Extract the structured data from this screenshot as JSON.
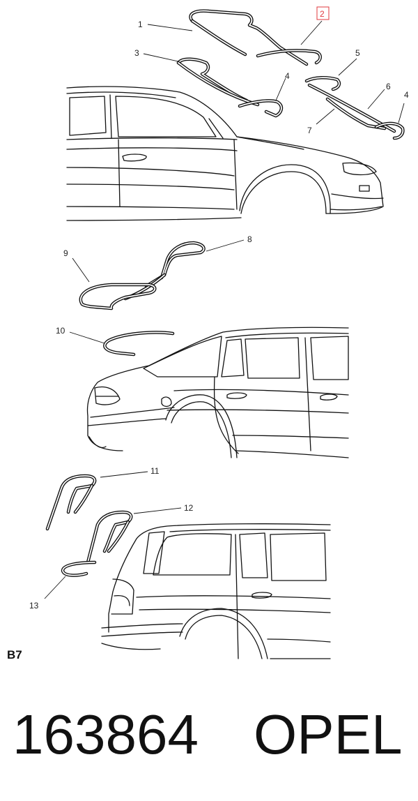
{
  "callouts": [
    {
      "id": "callout-1",
      "text": "1"
    },
    {
      "id": "callout-2",
      "text": "2",
      "highlighted": true
    },
    {
      "id": "callout-3",
      "text": "3"
    },
    {
      "id": "callout-4a",
      "text": "4"
    },
    {
      "id": "callout-5",
      "text": "5"
    },
    {
      "id": "callout-6",
      "text": "6"
    },
    {
      "id": "callout-4b",
      "text": "4"
    },
    {
      "id": "callout-7",
      "text": "7"
    },
    {
      "id": "callout-8",
      "text": "8"
    },
    {
      "id": "callout-9",
      "text": "9"
    },
    {
      "id": "callout-10",
      "text": "10"
    },
    {
      "id": "callout-11",
      "text": "11"
    },
    {
      "id": "callout-12",
      "text": "12"
    },
    {
      "id": "callout-13",
      "text": "13"
    }
  ],
  "section_label": "B7",
  "part_number": "163864",
  "brand": "OPEL",
  "highlight_color": "#e0383e"
}
